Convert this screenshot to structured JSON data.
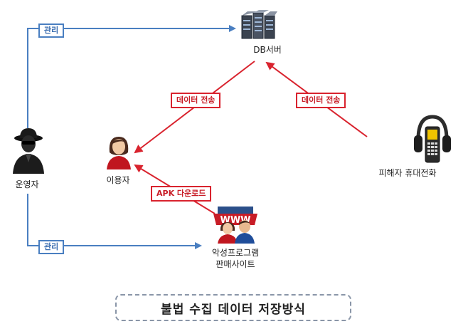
{
  "nodes": {
    "db_server": "DB서버",
    "operator": "운영자",
    "user": "이용자",
    "victim_phone": "피해자 휴대전화",
    "malware_site_line1": "악성프로그램",
    "malware_site_line2": "판매사이트"
  },
  "edge_labels": {
    "manage_top": "관리",
    "manage_bottom": "관리",
    "data_transfer_left": "데이터 전송",
    "data_transfer_right": "데이터 전송",
    "apk_download": "APK 다운로드"
  },
  "caption": "불법 수집 데이터 저장방식",
  "colors": {
    "blue_arrow": "#4a7fc1",
    "red_arrow": "#d9232e"
  },
  "icons": {
    "server": "server-rack-icon",
    "operator": "hacker-icon",
    "user": "woman-user-icon",
    "victim": "phone-with-headphones-icon",
    "website": "www-people-icon"
  }
}
